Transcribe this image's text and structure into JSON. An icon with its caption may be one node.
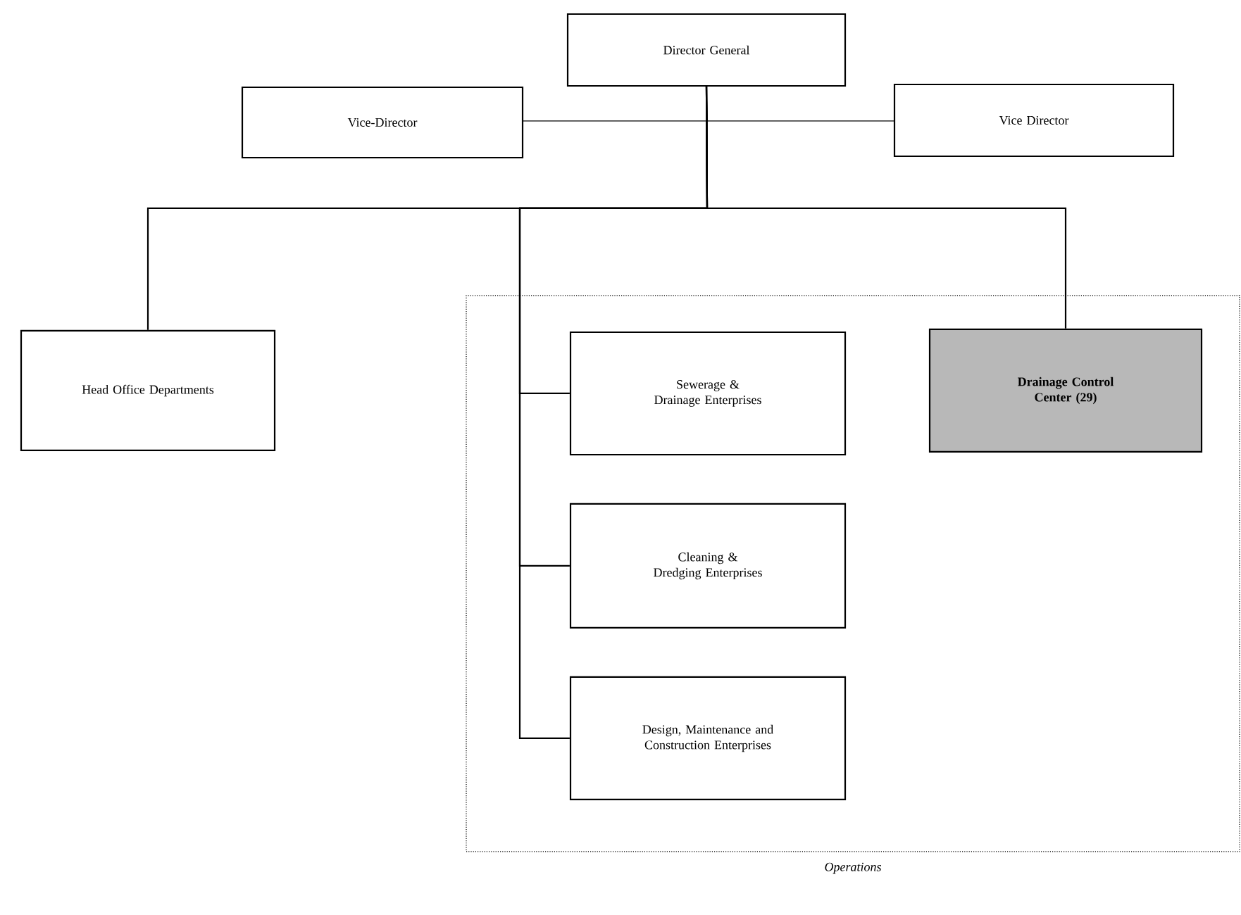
{
  "diagram": {
    "nodes": [
      {
        "text": [
          "Director General"
        ]
      },
      {
        "text": [
          "Vice-Director"
        ]
      },
      {
        "text": [
          "Vice Director"
        ]
      },
      {
        "text": [
          "Operations"
        ]
      },
      {
        "text": [
          "Head Office Departments"
        ]
      },
      {
        "text": [
          "Sewerage & Drainage Enterprises"
        ],
        "in": 3
      },
      {
        "text": [
          "Cleaning & Dredging Enterprises"
        ],
        "in": 3
      },
      {
        "text": [
          "Design, Maintenance and Construction Enterprises"
        ],
        "in": 3
      },
      {
        "text": [
          "Drainage Control Center (29)"
        ],
        "in": 3
      }
    ],
    "edges": [
      {
        "from": 1,
        "to": 0,
        "arrow": "none"
      },
      {
        "from": 2,
        "to": 0,
        "arrow": "none"
      },
      {
        "from": 0,
        "to": 4,
        "arrow": "none"
      },
      {
        "from": 0,
        "to": 5,
        "arrow": "none"
      },
      {
        "from": 0,
        "to": 6,
        "arrow": "none"
      },
      {
        "from": 0,
        "to": 7,
        "arrow": "none"
      },
      {
        "from": 0,
        "to": 8,
        "arrow": "none"
      }
    ]
  }
}
